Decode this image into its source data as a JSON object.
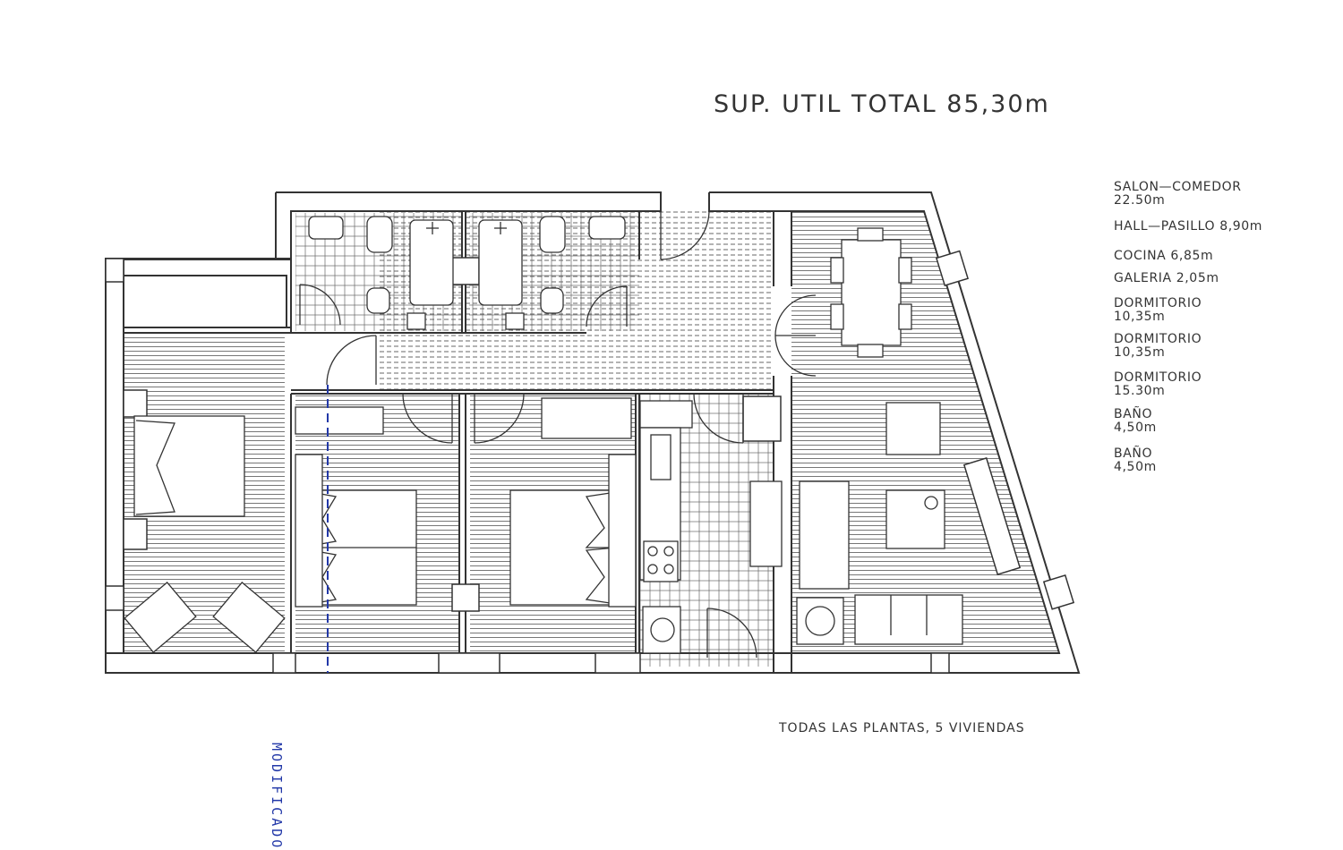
{
  "title": "SUP. UTIL TOTAL 85,30m",
  "legend": [
    {
      "id": "salon",
      "lines": [
        "SALON—COMEDOR",
        "22.50m"
      ]
    },
    {
      "id": "hall",
      "lines": [
        "HALL—PASILLO 8,90m"
      ]
    },
    {
      "id": "cocina",
      "lines": [
        "COCINA 6,85m"
      ]
    },
    {
      "id": "galeria",
      "lines": [
        "GALERIA 2,05m"
      ]
    },
    {
      "id": "dorm1",
      "lines": [
        "DORMITORIO",
        "10,35m"
      ]
    },
    {
      "id": "dorm2",
      "lines": [
        "DORMITORIO",
        "10,35m"
      ]
    },
    {
      "id": "dorm3",
      "lines": [
        "DORMITORIO",
        "15.30m"
      ]
    },
    {
      "id": "bano1",
      "lines": [
        "BAÑO",
        "4,50m"
      ]
    },
    {
      "id": "bano2",
      "lines": [
        "BAÑO",
        "4,50m"
      ]
    }
  ],
  "footer": "TODAS LAS PLANTAS, 5 VIVIENDAS",
  "handwritten_note": "MODIFICADO",
  "colors": {
    "ink": "#333333",
    "pen": "#2238a8",
    "paper": "#ffffff"
  }
}
